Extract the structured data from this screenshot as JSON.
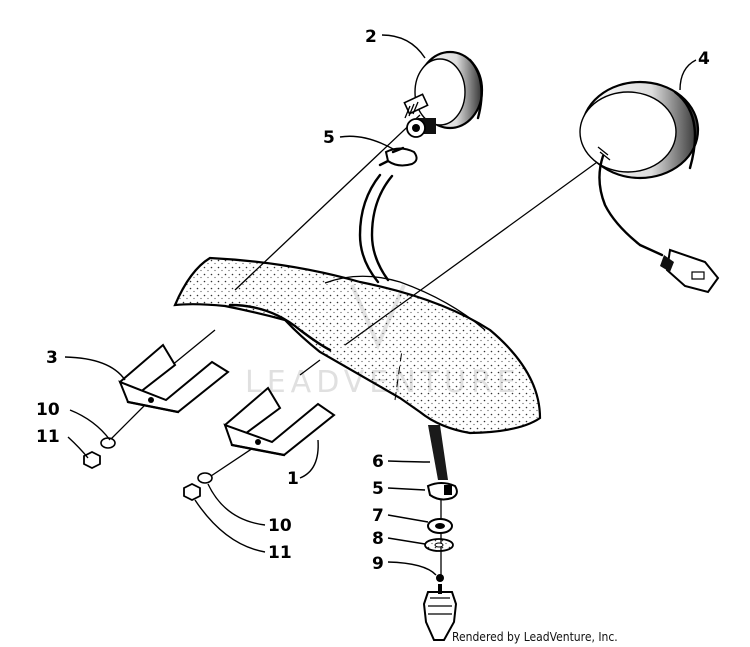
{
  "diagram": {
    "callouts": [
      {
        "id": "c2",
        "label": "2"
      },
      {
        "id": "c4",
        "label": "4"
      },
      {
        "id": "c5a",
        "label": "5"
      },
      {
        "id": "c3",
        "label": "3"
      },
      {
        "id": "c10a",
        "label": "10"
      },
      {
        "id": "c11a",
        "label": "11"
      },
      {
        "id": "c1",
        "label": "1"
      },
      {
        "id": "c6",
        "label": "6"
      },
      {
        "id": "c5b",
        "label": "5"
      },
      {
        "id": "c7",
        "label": "7"
      },
      {
        "id": "c8",
        "label": "8"
      },
      {
        "id": "c9",
        "label": "9"
      },
      {
        "id": "c10b",
        "label": "10"
      },
      {
        "id": "c11b",
        "label": "11"
      }
    ],
    "watermark": "LEADVENTURE",
    "credit": "Rendered by LeadVenture, Inc."
  }
}
